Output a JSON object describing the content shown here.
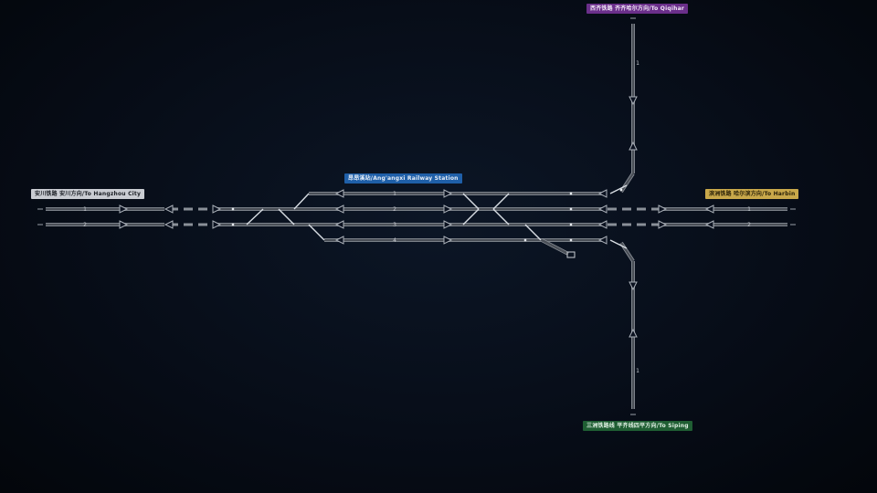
{
  "colors": {
    "track": "#4a4f57",
    "track_edge": "#8a9098",
    "switch": "#d8dde3",
    "signal": "#aab0b8",
    "dash": "#3c4148",
    "label_west_bg": "#c9ccd2",
    "label_west_fg": "#1a1e24",
    "label_station_bg": "#1f5fa8",
    "label_station_fg": "#e6eef8",
    "label_north_bg": "#6a2f8a",
    "label_north_fg": "#f0e6f6",
    "label_east_bg": "#c9a84a",
    "label_east_fg": "#2a2108",
    "label_south_bg": "#1f5e33",
    "label_south_fg": "#e0f0e4"
  },
  "labels": {
    "west": "安川铁路 安川方向/To Hangzhou City",
    "station": "昂昂溪站/Ang'angxi Railway Station",
    "north": "西齐铁路 齐齐哈尔方向/To Qiqihar",
    "east": "滨洲铁路 哈尔滨方向/To Harbin",
    "south": "三洲铁路线 平齐线四平方向/To Siping"
  },
  "track_numbers": {
    "west_main": [
      "1",
      "2"
    ],
    "station": [
      "1",
      "2",
      "3",
      "4"
    ],
    "east_main": [
      "1",
      "2"
    ],
    "north_main": "1",
    "south_main": "1"
  },
  "icons": {
    "signal": "triangle-signal-icon",
    "depot": "depot-icon",
    "end": "track-end-icon"
  }
}
